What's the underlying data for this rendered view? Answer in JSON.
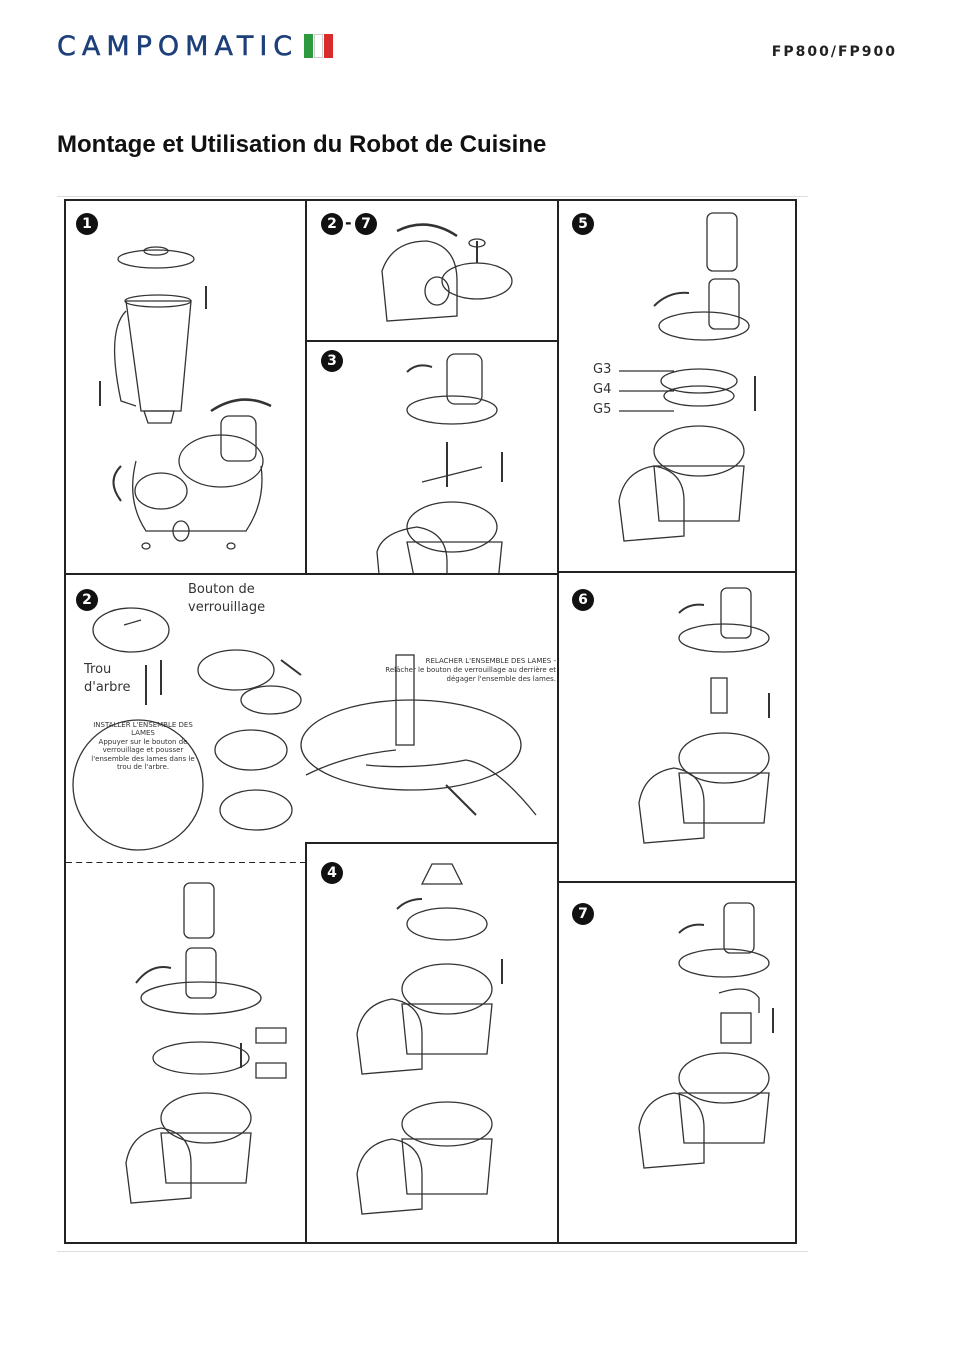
{
  "header": {
    "brand": "CAMPOMATIC",
    "model": "FP800/FP900",
    "flag_colors": [
      "#2e9a3f",
      "#ffffff",
      "#d92b2b"
    ],
    "brand_color": "#1d3f7a"
  },
  "page_title": "Montage et Utilisation du Robot de Cuisine",
  "panels": {
    "p1": {
      "step": "1"
    },
    "p27": {
      "step_a": "2",
      "step_sep": "-",
      "step_b": "7"
    },
    "p3": {
      "step": "3"
    },
    "p5": {
      "step": "5",
      "labels": [
        "G3",
        "G4",
        "G5"
      ]
    },
    "p2": {
      "step": "2",
      "bouton_line1": "Bouton de",
      "bouton_line2": "verrouillage",
      "trou_line1": "Trou",
      "trou_line2": "d'arbre",
      "installer_title": "INSTALLER L'ENSEMBLE DES LAMES",
      "installer_text": "Appuyer sur le bouton de verrouillage et pousser l'ensemble des lames dans le trou de l'arbre.",
      "relacher_title": "RELACHER L'ENSEMBLE DES LAMES -",
      "relacher_text": "Relâcher le bouton de verrouillage au derrière et dégager l'ensemble des lames."
    },
    "p6": {
      "step": "6"
    },
    "p4": {
      "step": "4"
    },
    "p7": {
      "step": "7"
    }
  }
}
